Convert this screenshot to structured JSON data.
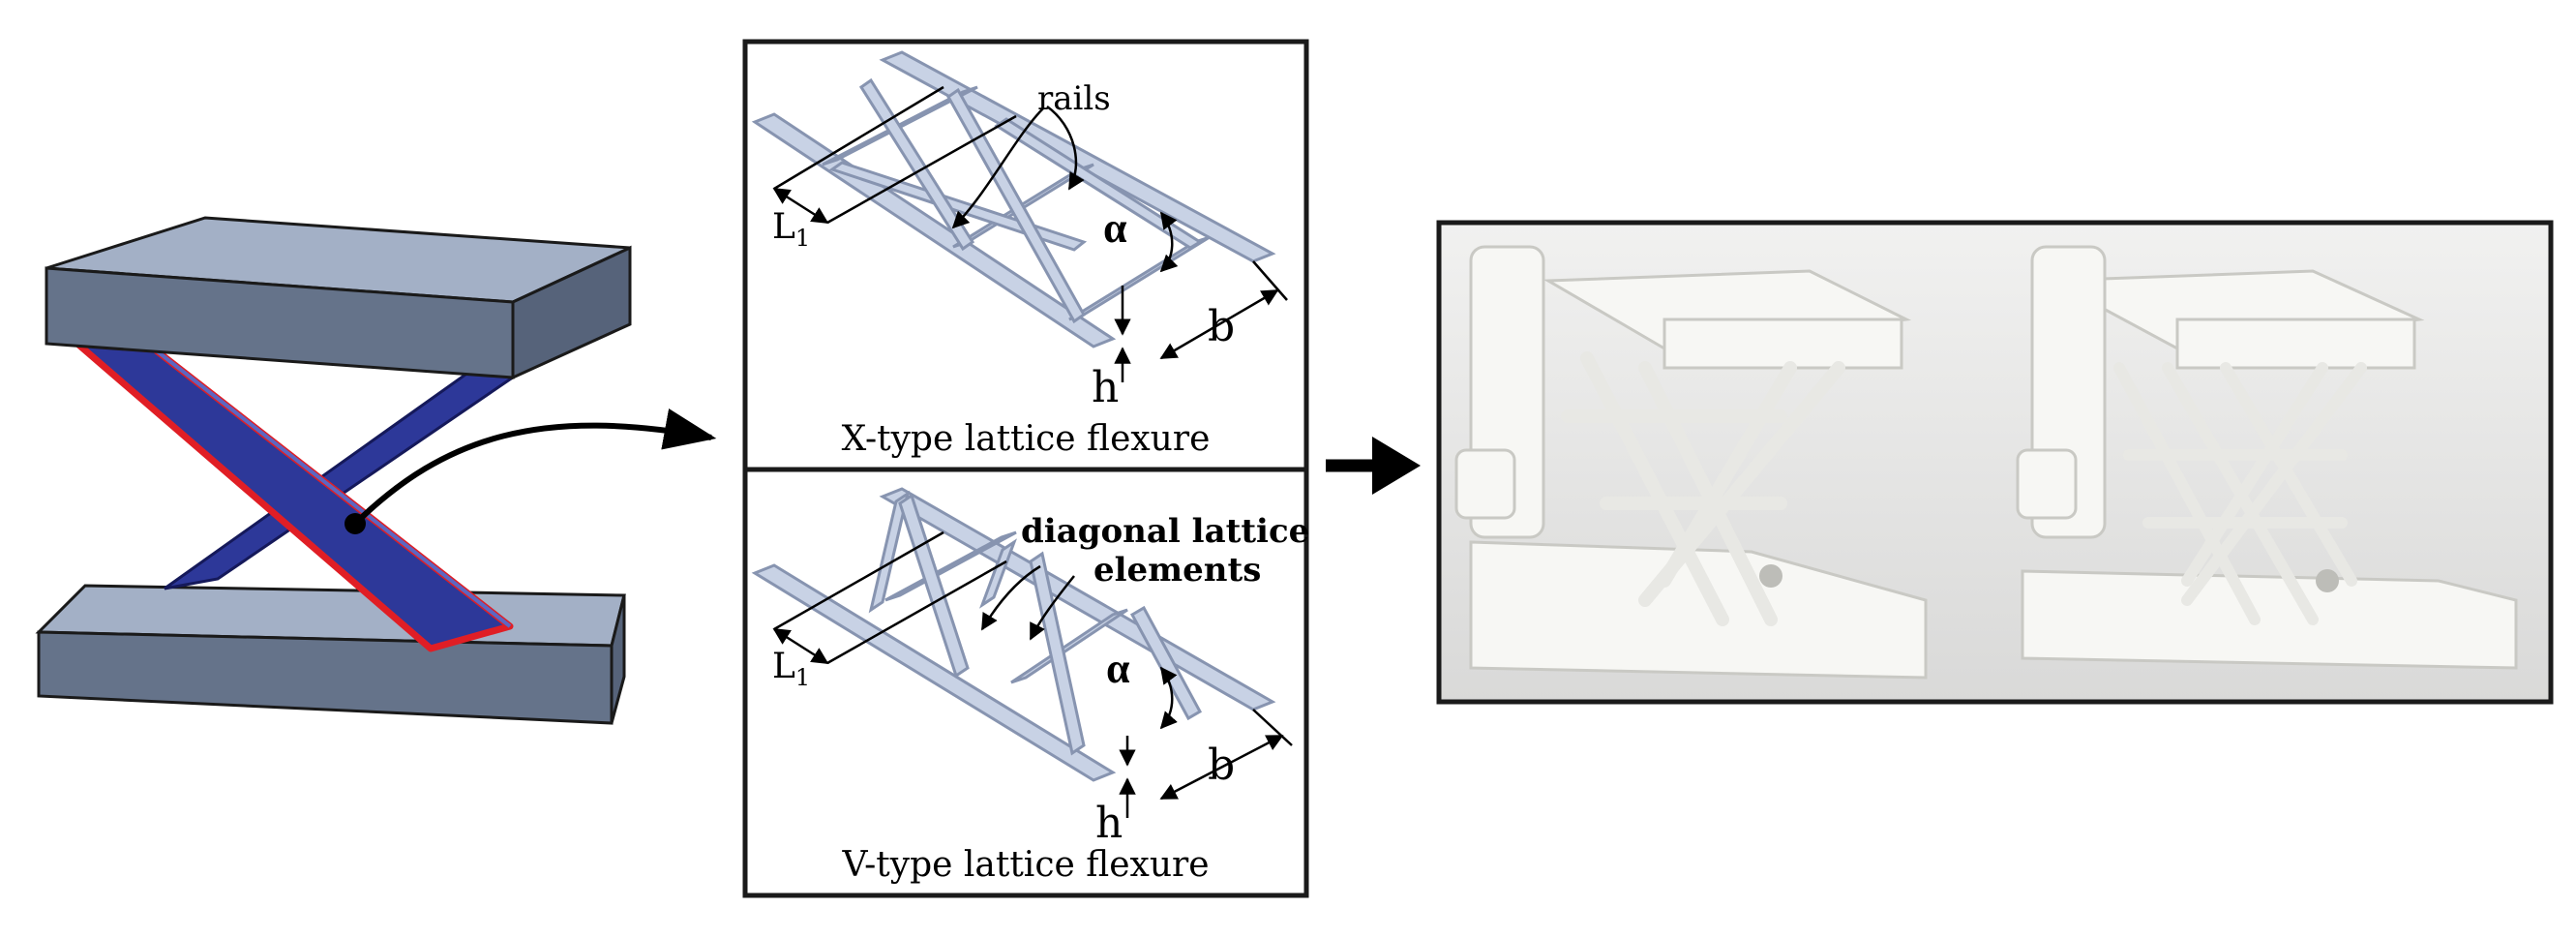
{
  "x_panel": {
    "caption": "X-type lattice flexure",
    "rails_label": "rails",
    "L_label": "L",
    "L_subscript": "1",
    "alpha_label": "α",
    "b_label": "b",
    "h_label": "h"
  },
  "v_panel": {
    "caption": "V-type lattice flexure",
    "diagonal_label_line1": "diagonal lattice",
    "diagonal_label_line2": "elements",
    "L_label": "L",
    "L_subscript": "1",
    "alpha_label": "α",
    "b_label": "b",
    "h_label": "h"
  },
  "colors": {
    "plate_top": "#a3b0c6",
    "plate_side": "#65738a",
    "blade_blue": "#2d3899",
    "blade_outline": "#e01e25",
    "lattice_fill": "#c8d2e5",
    "lattice_stroke": "#8794b0",
    "photo_bg": "#eaeaea",
    "print_white": "#f7f7f4"
  }
}
